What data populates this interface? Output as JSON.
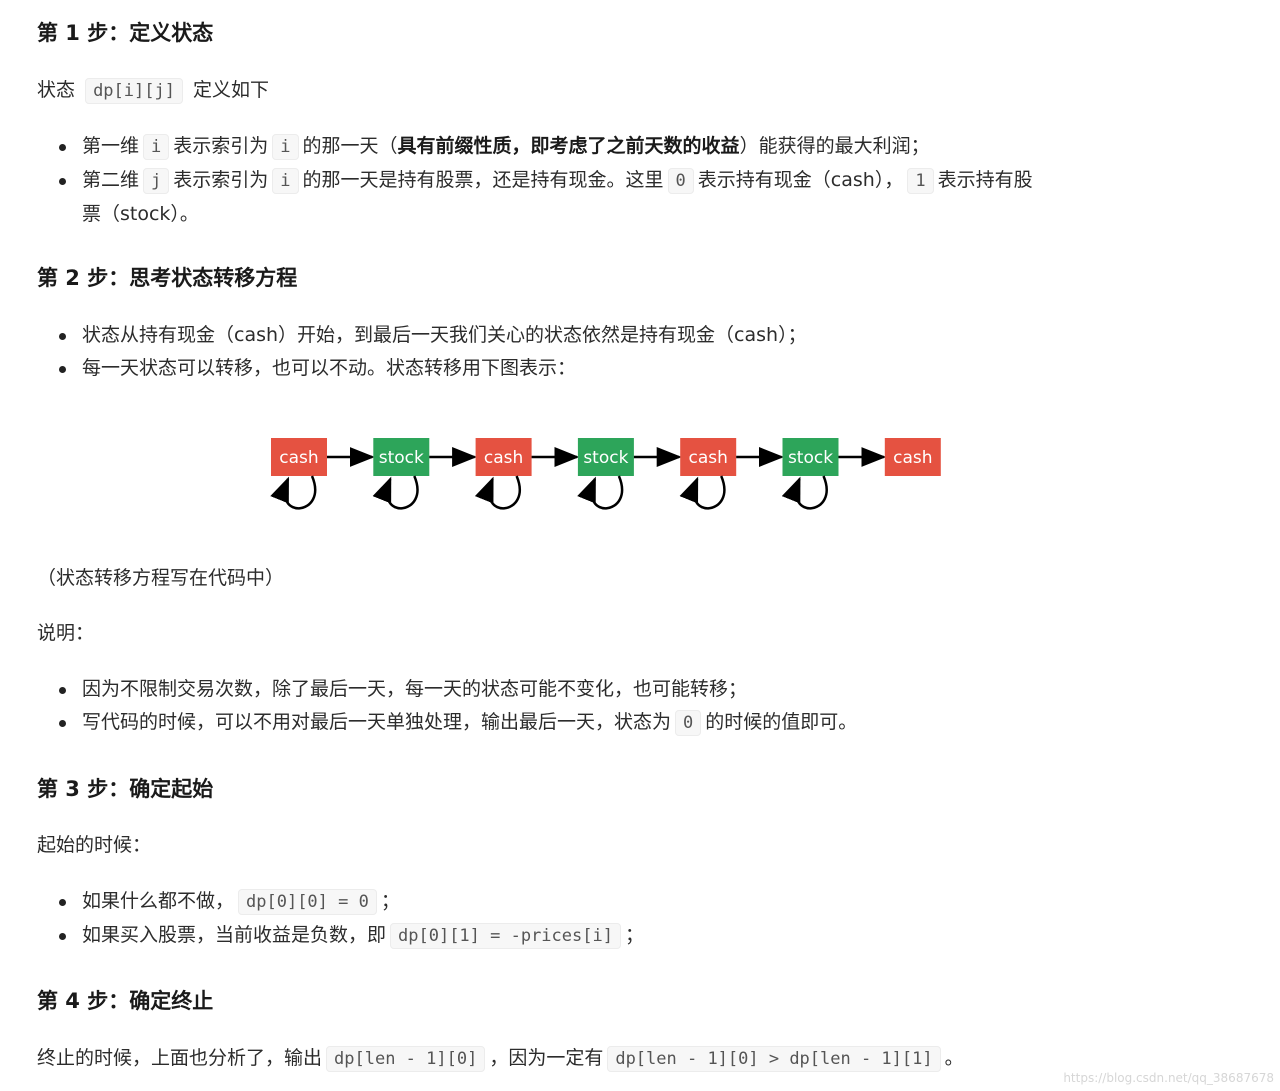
{
  "step1": {
    "title": "第 1 步：定义状态",
    "intro_pre": "状态",
    "intro_code": "dp[i][j]",
    "intro_post": "定义如下",
    "bullets": [
      {
        "t1": "第一维",
        "c1": "i",
        "t2": "表示索引为",
        "c2": "i",
        "t3": "的那一天（",
        "bold": "具有前缀性质，即考虑了之前天数的收益",
        "t4": "）能获得的最大利润；"
      },
      {
        "t1": "第二维",
        "c1": "j",
        "t2": "表示索引为",
        "c2": "i",
        "t3": "的那一天是持有股票，还是持有现金。这里",
        "c3": "0",
        "t4": "表示持有现金（cash），",
        "c4": "1",
        "t5": "表示持有股",
        "t6": "票（stock）。"
      }
    ]
  },
  "step2": {
    "title": "第 2 步：思考状态转移方程",
    "bullets": [
      "状态从持有现金（cash）开始，到最后一天我们关心的状态依然是持有现金（cash）；",
      "每一天状态可以转移，也可以不动。状态转移用下图表示："
    ],
    "note": "（状态转移方程写在代码中）",
    "explain_label": "说明：",
    "explain_bullets": [
      {
        "text": "因为不限制交易次数，除了最后一天，每一天的状态可能不变化，也可能转移；"
      },
      {
        "pre": "写代码的时候，可以不用对最后一天单独处理，输出最后一天，状态为",
        "code": "0",
        "post": "的时候的值即可。"
      }
    ]
  },
  "diagram": {
    "nodes": [
      "cash",
      "stock",
      "cash",
      "stock",
      "cash",
      "stock",
      "cash"
    ],
    "colors": {
      "cash": "#e55241",
      "stock": "#2da55a"
    }
  },
  "step3": {
    "title": "第 3 步：确定起始",
    "intro": "起始的时候：",
    "bullets": [
      {
        "pre": "如果什么都不做，",
        "code": "dp[0][0] = 0",
        "post": "；"
      },
      {
        "pre": "如果买入股票，当前收益是负数，即",
        "code": "dp[0][1] = -prices[i]",
        "post": "；"
      }
    ]
  },
  "step4": {
    "title": "第 4 步：确定终止",
    "pre": "终止的时候，上面也分析了，输出",
    "code1": "dp[len - 1][0]",
    "mid": "，因为一定有",
    "code2": "dp[len - 1][0] > dp[len - 1][1]",
    "post": "。"
  },
  "watermark": "https://blog.csdn.net/qq_38687678"
}
